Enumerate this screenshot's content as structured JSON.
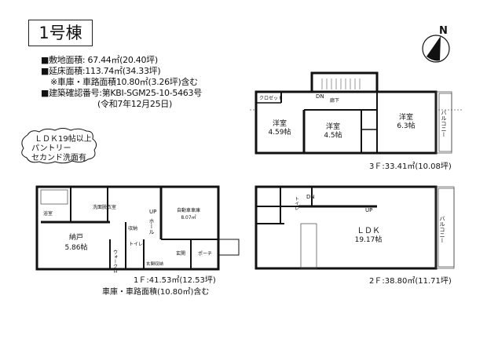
{
  "title": "1号棟",
  "info": {
    "site_area": "■敷地面積: 67.44㎡(20.40坪)",
    "floor_area": "■延床面積:113.74㎡(34.33坪)",
    "floor_area_note": "※車庫・車路面積10.80㎡(3.26坪)含む",
    "permit_no": "■建築確認番号:第KBI-SGM25-10-5463号",
    "permit_date": "(令和7年12月25日)"
  },
  "callout": [
    "ＬＤＫ19帖以上",
    "パントリー",
    "セカンド洗面有"
  ],
  "compass": {
    "label": "N",
    "icon": "north-arrow-icon"
  },
  "floor3": {
    "caption": "3Ｆ:33.41㎡(10.08坪)",
    "rooms": [
      {
        "name": "洋室",
        "size": "4.59帖"
      },
      {
        "name": "洋室",
        "size": "4.5帖"
      },
      {
        "name": "洋室",
        "size": "6.3帖"
      }
    ],
    "closet": "クロゼット",
    "hall": "廊下",
    "dn": "DN",
    "balcony": "バルコニー"
  },
  "floor1": {
    "caption": "1Ｆ:41.53㎡(12.53坪)",
    "caption_note": "車庫・車路面積(10.80㎡)含む",
    "storage": {
      "name": "納戸",
      "size": "5.86帖"
    },
    "garage": {
      "name": "自動車車庫",
      "size": "8.07㎡"
    },
    "bath": "浴室",
    "washroom": "洗面脱衣室",
    "storage_small": "収納",
    "toilet": "トイレ",
    "hall": "ホール",
    "up": "UP",
    "entrance": "玄関",
    "entrance_storage": "玄関収納",
    "porch": "ポーチ",
    "closet": "ウォークロ"
  },
  "floor2": {
    "caption": "2Ｆ:38.80㎡(11.71坪)",
    "ldk": {
      "name": "ＬＤＫ",
      "size": "19.17帖"
    },
    "toilet": "トイレ",
    "dn": "DN",
    "up": "UP",
    "balcony": "バルコニー"
  }
}
